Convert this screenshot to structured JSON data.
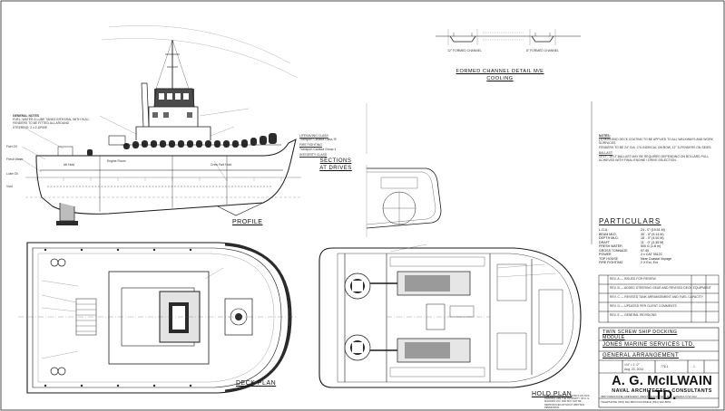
{
  "views": {
    "profile_title": "PROFILE",
    "deck_plan_title": "DECK PLAN",
    "hold_plan_title": "HOLD PLAN",
    "sections_title": "SECTIONS AT DRIVES",
    "formed_channel_title": "FORMED CHANNEL DETAIL M/E COOLING",
    "channel_left_label": "12\" FORMED CHANNEL",
    "channel_right_label": "8\" FORMED CHANNEL"
  },
  "particulars": {
    "title": "PARTICULARS",
    "rows": [
      [
        "L.O.A.",
        "24 - 0\" (19.51 M)"
      ],
      [
        "BEAM MLD.",
        "30' - 0\" (9.14 M)"
      ],
      [
        "DEPTH MLD.",
        "16' - 0\" (4.92 M)"
      ],
      [
        "DRAFT",
        "11' - 0\" (3.35 M)"
      ],
      [
        "FRESH WATER",
        "500 G (1.8 m)"
      ],
      [
        "GROSS TONNAGE",
        "97.45"
      ],
      [
        "POWER",
        "2 x CAT 3512C"
      ],
      [
        "TOP HOUSE",
        "Near Coastal Voyage"
      ],
      [
        "FIRE FIGHTING",
        "2 X Ext. Ext"
      ]
    ]
  },
  "notes": {
    "title": "NOTES:",
    "lines": [
      "(1) NON-SKID DECK COATING TO BE APPLIED TO ALL WALKWAYS AND WORK SURFACES.",
      "FENDERS TO BE 24\" DIA. CYLINDRICAL ON BOW, 12\" D-FENDERS ON SIDES.",
      "BALLAST:",
      "10 LT - 15 LT BALLAST MAY BE REQUIRED DEPENDING ON BOLLARD PULL",
      "ACHIEVED WITH FINAL ENGINE / DRIVE SELECTION."
    ]
  },
  "profile_notes": {
    "heading": "GENERAL NOTES",
    "lines": [
      "FUEL, WATER & LUBE TANKS INTEGRAL WITH HULL",
      "FENDERS TO BE FITTED ALL AROUND",
      "STEERING: 2 x Z-DRIVE"
    ],
    "hold_labels": [
      "Engine Room",
      "Crew Fwd Hold",
      "Aft Hold"
    ],
    "tank_labels": [
      "Fuel Oil",
      "Fresh Water",
      "Lube Oil",
      "Void"
    ],
    "classification": [
      "LIFESAVING CLASS",
      "Transport Canada Class 'B'",
      "FIRE FIGHTING",
      "Transport Canada Group 4",
      "INTEGRITY CLASS"
    ]
  },
  "revisions": {
    "rows": [
      "REV. A — ISSUED FOR REVIEW",
      "REV. B — ADDED STEERING GEAR AND REVISED DECK EQUIPMENT",
      "REV. C — REVISED TANK ARRANGEMENT AND FUEL CAPACITY",
      "REV. D — UPDATED PER CLIENT COMMENTS",
      "REV. E — GENERAL REVISIONS"
    ]
  },
  "title_block": {
    "project": "TWIN SCREW SHIP DOCKING MODULE",
    "client": "JONES MARINE SERVICES LTD.",
    "drawing_title": "GENERAL ARRANGEMENT",
    "scale": "1/4\" = 1'-0\"",
    "date": "Aug. 20, 2014",
    "drawing_no": "776-1",
    "sheet": "1",
    "firm": "A. G. McILWAIN LTD.",
    "firm_sub": "NAVAL ARCHITECTS · CONSULTANTS",
    "address": "3587 FIRESTONE CRESCENT, WEST VANCOUVER, B.C. CANADA V7W 2A3",
    "contact": "TELEPHONE (604) 922-8603   FACSIMILE (604) 922-8652",
    "disclaimer": "THE DESIGN AND ALL DETAILS ON THIS DRAWING ARE THE PROPERTY OF A. G. McILWAIN LTD. AND MAY NOT BE REPRODUCED WITHOUT WRITTEN PERMISSION."
  },
  "colors": {
    "line": "#1a1a1a",
    "fill_grey": "#bdbdbd",
    "dark": "#2b2b2b"
  }
}
